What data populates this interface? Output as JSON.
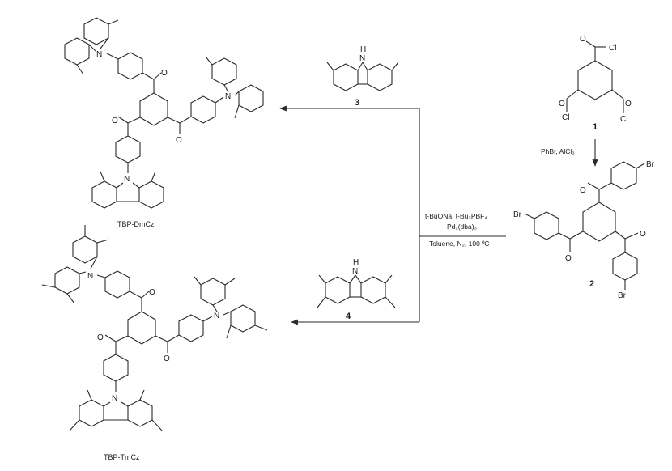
{
  "compounds": {
    "c1": {
      "number": "1",
      "atom_cl": "Cl",
      "atom_o": "O"
    },
    "c2": {
      "number": "2",
      "atom_br": "Br",
      "atom_o": "O"
    },
    "c3": {
      "number": "3",
      "atom_n": "N",
      "atom_h": "H"
    },
    "c4": {
      "number": "4",
      "atom_n": "N",
      "atom_h": "H"
    },
    "dmcz": {
      "name": "TBP-DmCz",
      "atom_n": "N",
      "atom_o": "O"
    },
    "tmcz": {
      "name": "TBP-TmCz",
      "atom_n": "N",
      "atom_o": "O"
    }
  },
  "conditions": {
    "step1": "PhBr, AlCl₃",
    "step2_line1": "t-BuONa, t-Bu₃PBF₄",
    "step2_line2": "Pd₂(dba)₃",
    "step2_line3": "Toluene, N₂, 100 ºC"
  }
}
